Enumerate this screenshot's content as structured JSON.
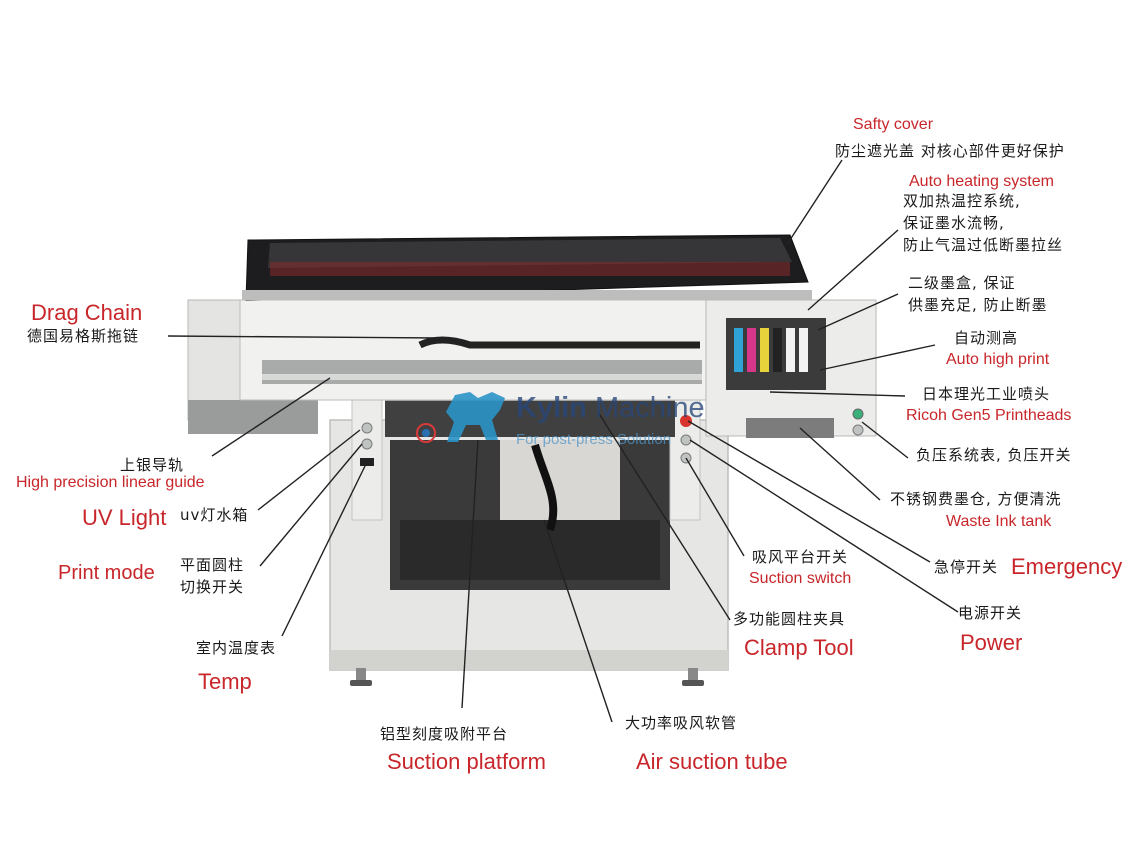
{
  "watermark": {
    "brand": "Kylin",
    "brand_rest": " Machine",
    "tagline": "For post-press Solution"
  },
  "labels": {
    "safty_cover_en": "Safty cover",
    "safty_cover_cn": "防尘遮光盖 对核心部件更好保护",
    "auto_heating_en": "Auto heating system",
    "auto_heating_cn1": "双加热温控系统,",
    "auto_heating_cn2": "保证墨水流畅,",
    "auto_heating_cn3": "防止气温过低断墨拉丝",
    "ink_box_cn1": "二级墨盒, 保证",
    "ink_box_cn2": "供墨充足, 防止断墨",
    "auto_high_cn": "自动测高",
    "auto_high_en": "Auto high print",
    "printheads_cn": "日本理光工业喷头",
    "printheads_en": "Ricoh Gen5 Printheads",
    "negative_pressure_cn": "负压系统表, 负压开关",
    "waste_ink_cn": "不锈钢费墨仓, 方便清洗",
    "waste_ink_en": "Waste Ink tank",
    "emergency_cn": "急停开关",
    "emergency_en": "Emergency",
    "power_cn": "电源开关",
    "power_en": "Power",
    "suction_switch_cn": "吸风平台开关",
    "suction_switch_en": "Suction switch",
    "clamp_cn": "多功能圆柱夹具",
    "clamp_en": "Clamp Tool",
    "air_tube_cn": "大功率吸风软管",
    "air_tube_en": "Air suction tube",
    "suction_platform_cn": "铝型刻度吸附平台",
    "suction_platform_en": "Suction platform",
    "drag_chain_en": "Drag Chain",
    "drag_chain_cn": "德国易格斯拖链",
    "linear_guide_cn": "上银导轨",
    "linear_guide_en": "High precision linear guide",
    "uv_light_en": "UV Light",
    "uv_light_cn": "uv灯水箱",
    "print_mode_en": "Print mode",
    "print_mode_cn1": "平面圆柱",
    "print_mode_cn2": "切换开关",
    "temp_cn": "室内温度表",
    "temp_en": "Temp"
  }
}
